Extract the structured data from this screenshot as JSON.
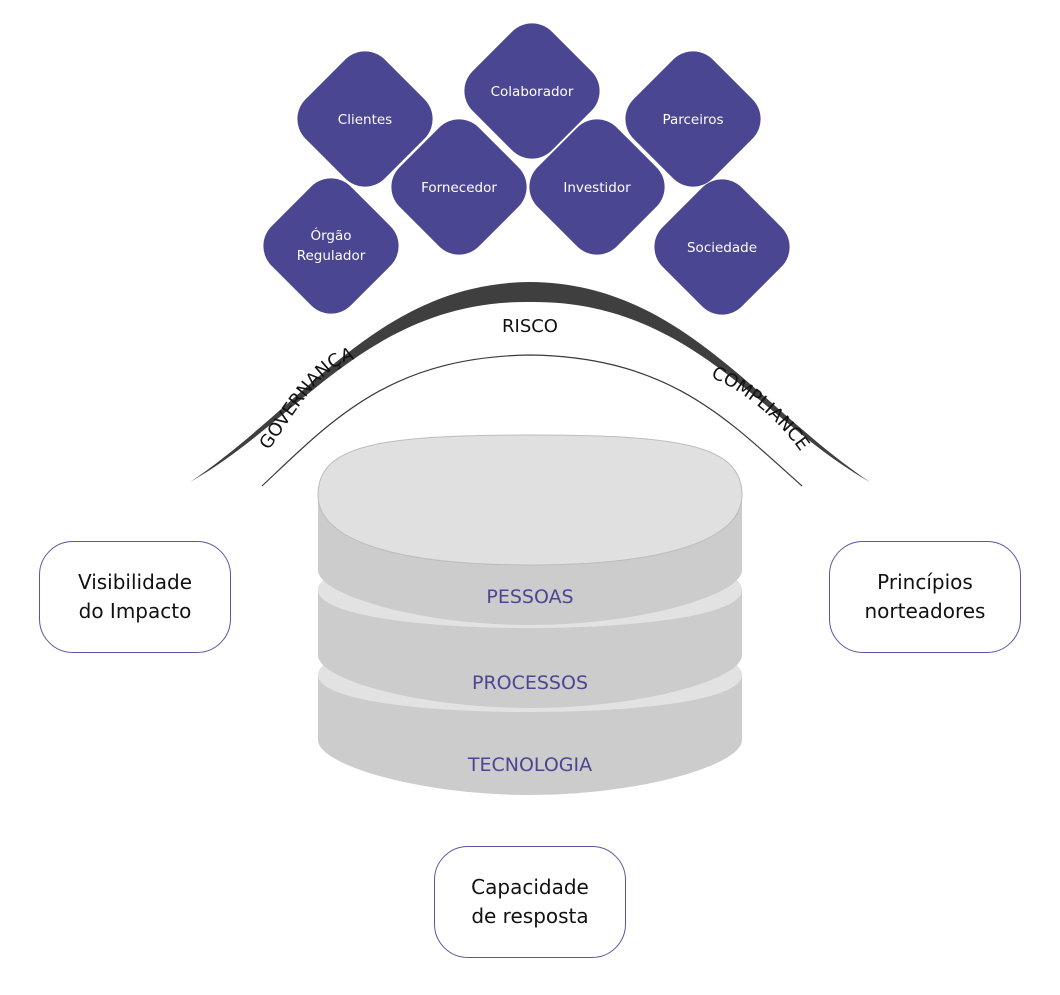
{
  "stakeholders": {
    "clientes": "Clientes",
    "colaborador": "Colaborador",
    "parceiros": "Parceiros",
    "fornecedor": "Fornecedor",
    "investidor": "Investidor",
    "orgao_line1": "Órgão",
    "orgao_line2": "Regulador",
    "sociedade": "Sociedade"
  },
  "arc": {
    "risco": "RISCO",
    "governanca": "GOVERNANÇA",
    "compliance": "COMPLIANCE"
  },
  "layers": {
    "pessoas": "PESSOAS",
    "processos": "PROCESSOS",
    "tecnologia": "TECNOLOGIA"
  },
  "boxes": {
    "visibilidade": "Visibilidade\ndo Impacto",
    "principios": "Princípios\nnorteadores",
    "capacidade": "Capacidade\nde resposta"
  },
  "colors": {
    "stakeholder_fill": "#4a4692",
    "arc_dark": "#3f3f3f",
    "layer_text": "#4a4692",
    "box_border": "#5a56a0"
  }
}
